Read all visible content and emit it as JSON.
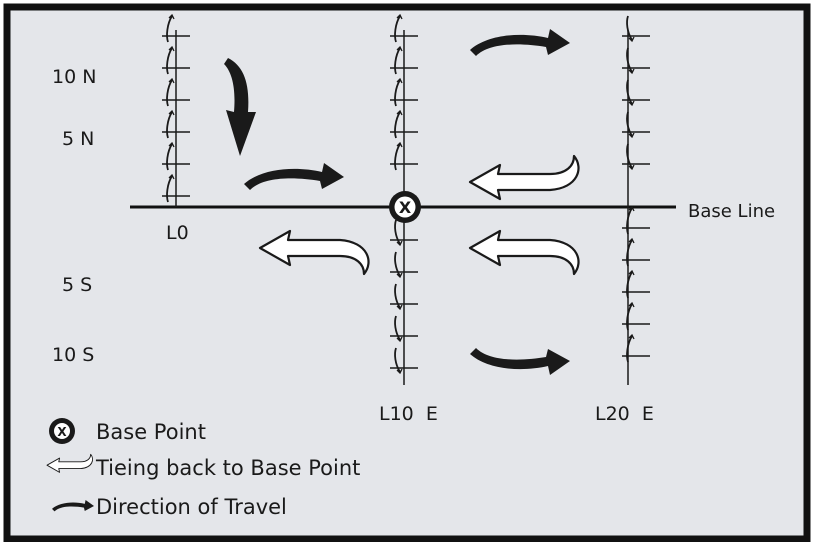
{
  "labels": {
    "north_10": "10 N",
    "north_5": "5 N",
    "south_5": "5 S",
    "south_10": "10 S",
    "line_0": "L0",
    "line_10": "L10  E",
    "line_20": "L20  E",
    "base_line": "Base Line",
    "base_point_symbol": "X"
  },
  "legend": {
    "base_point": "Base Point",
    "tie_back": "Tieing back to Base Point",
    "direction": "Direction of Travel"
  },
  "colors": {
    "background": "#e4e6ea",
    "frame": "#111111",
    "ink": "#1a1a1a",
    "hollow_arrow_fill": "#ffffff"
  },
  "icons": {
    "base_point": "circled-x-icon",
    "tie_back": "hollow-curved-arrow-icon",
    "direction": "solid-curved-arrow-icon"
  }
}
